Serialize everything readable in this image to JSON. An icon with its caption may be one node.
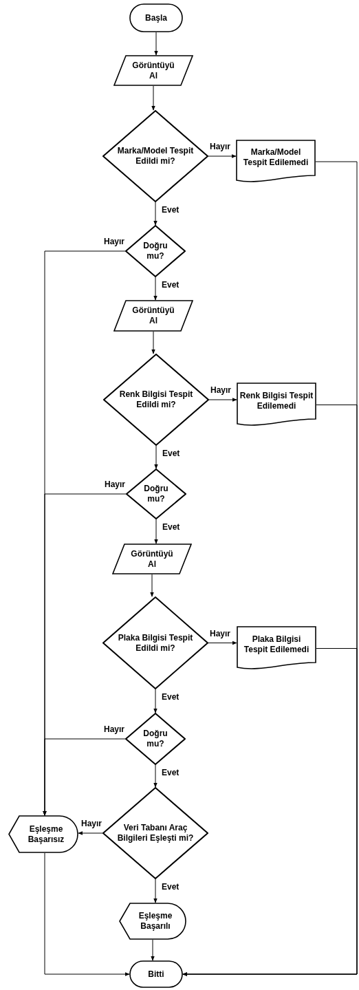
{
  "diagram": {
    "nodes": [
      {
        "text": [
          "Başla"
        ]
      },
      {
        "text": [
          "Görüntüyü Al"
        ]
      },
      {
        "text": [
          "Marka/Model Tespit Edildi mi?"
        ]
      },
      {
        "text": [
          "Marka/Model Tespit Edilemedi"
        ]
      },
      {
        "text": [
          "Doğru mu?"
        ]
      },
      {
        "text": [
          "Görüntüyü Al"
        ]
      },
      {
        "text": [
          "Renk Bilgisi Tespit Edildi mi?"
        ]
      },
      {
        "text": [
          "Renk Bilgisi Tespit Edilemedi"
        ]
      },
      {
        "text": [
          "Doğru mu?"
        ]
      },
      {
        "text": [
          "Görüntüyü Al"
        ]
      },
      {
        "text": [
          "Plaka Bilgisi Tespit Edildi mi?"
        ]
      },
      {
        "text": [
          "Plaka Bilgisi Tespit Edilemedi"
        ]
      },
      {
        "text": [
          "Doğru mu?"
        ]
      },
      {
        "text": [
          "Veri Tabanı Araç Bilgileri Eşleşti mi?"
        ]
      },
      {
        "text": [
          "Eşleşme Başarısız"
        ]
      },
      {
        "text": [
          "Eşleşme Başarılı"
        ]
      },
      {
        "text": [
          "Bitti"
        ]
      }
    ],
    "edges": [
      {
        "from": 0,
        "to": 1,
        "arrow": "to"
      },
      {
        "from": 1,
        "to": 2,
        "arrow": "to"
      },
      {
        "from": 2,
        "to": 3,
        "arrow": "to",
        "label": "Hayır"
      },
      {
        "from": 3,
        "to": 16,
        "arrow": "to"
      },
      {
        "from": 2,
        "to": 4,
        "arrow": "to",
        "label": "Evet"
      },
      {
        "from": 4,
        "to": 14,
        "arrow": "to",
        "label": "Hayır"
      },
      {
        "from": 4,
        "to": 5,
        "arrow": "to",
        "label": "Evet"
      },
      {
        "from": 5,
        "to": 6,
        "arrow": "to"
      },
      {
        "from": 6,
        "to": 7,
        "arrow": "to",
        "label": "Hayır"
      },
      {
        "from": 7,
        "to": 16,
        "arrow": "to"
      },
      {
        "from": 6,
        "to": 8,
        "arrow": "to",
        "label": "Evet"
      },
      {
        "from": 8,
        "to": 14,
        "arrow": "to",
        "label": "Hayır"
      },
      {
        "from": 8,
        "to": 9,
        "arrow": "to",
        "label": "Evet"
      },
      {
        "from": 9,
        "to": 10,
        "arrow": "to"
      },
      {
        "from": 10,
        "to": 11,
        "arrow": "to",
        "label": "Hayır"
      },
      {
        "from": 11,
        "to": 16,
        "arrow": "to"
      },
      {
        "from": 10,
        "to": 12,
        "arrow": "to",
        "label": "Evet"
      },
      {
        "from": 12,
        "to": 14,
        "arrow": "to",
        "label": "Hayır"
      },
      {
        "from": 12,
        "to": 13,
        "arrow": "to",
        "label": "Evet"
      },
      {
        "from": 13,
        "to": 14,
        "arrow": "to",
        "label": "Hayır"
      },
      {
        "from": 13,
        "to": 15,
        "arrow": "to",
        "label": "Evet"
      },
      {
        "from": 15,
        "to": 16,
        "arrow": "to"
      },
      {
        "from": 14,
        "to": 16,
        "arrow": "to"
      }
    ]
  }
}
